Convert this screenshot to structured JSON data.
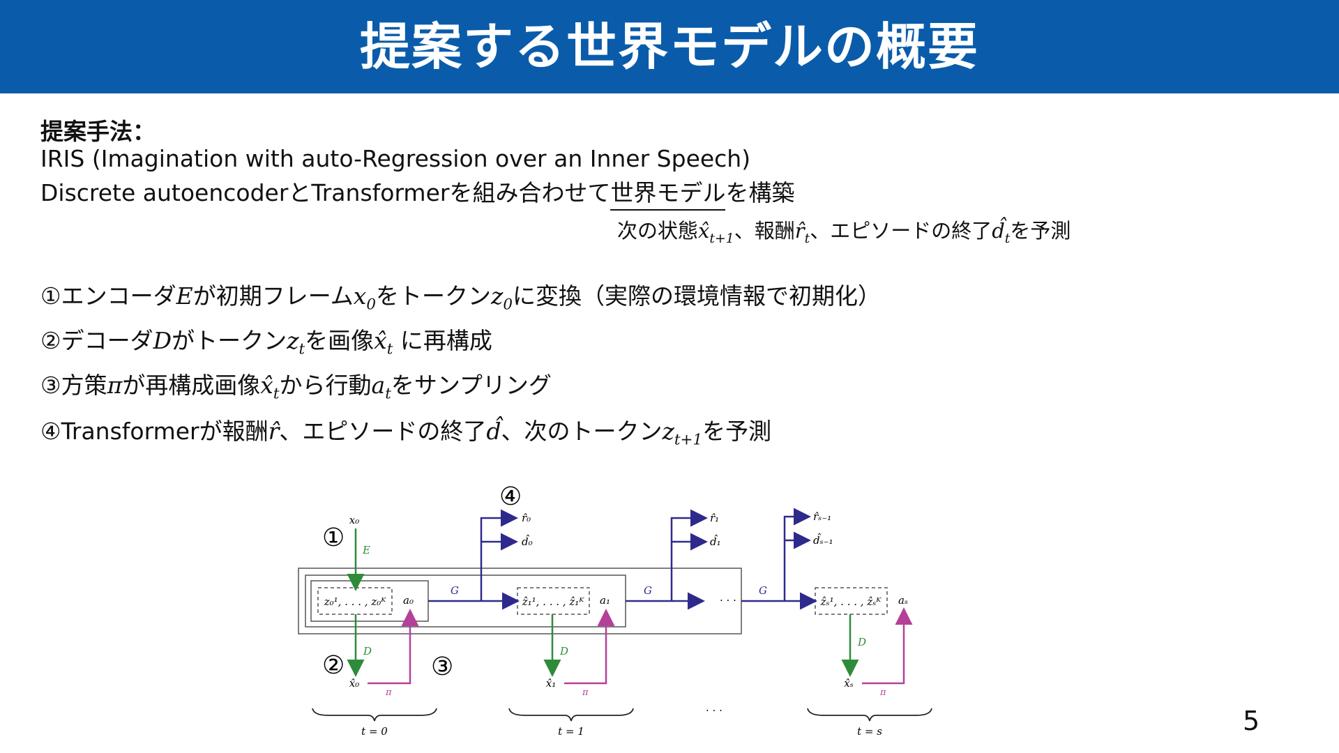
{
  "title": "提案する世界モデルの概要",
  "method_label": "提案手法：",
  "method_name": "IRIS (Imagination with auto-Regression over an Inner Speech)",
  "construction": {
    "prefix": "Discrete autoencoderとTransformerを組み合わせて",
    "highlight": "世界モデル",
    "suffix": "を構築"
  },
  "predict_note": {
    "a": "次の状態",
    "a_sym": "x̂",
    "a_sub": "t+1",
    "b": "、報酬",
    "b_sym": "r̂",
    "b_sub": "t",
    "c": "、エピソードの終了",
    "c_sym": "d̂",
    "c_sub": "t",
    "d": "を予測"
  },
  "steps": {
    "s1": {
      "a": "①エンコーダ",
      "E": "E",
      "b": "が初期フレーム",
      "x": "x",
      "x_sub": "0",
      "c": "をトークン",
      "z": "z",
      "z_sub": "0",
      "d": "に変換（実際の環境情報で初期化）"
    },
    "s2": {
      "a": "②デコーダ",
      "D": "D",
      "b": "がトークン",
      "z": "z",
      "z_sub": "t",
      "c": "を画像",
      "x": "x̂",
      "x_sub": "t",
      "d": " に再構成"
    },
    "s3": {
      "a": "③方策",
      "pi": "π",
      "b": "が再構成画像",
      "x": "x̂",
      "x_sub": "t",
      "c": "から行動",
      "act": "a",
      "act_sub": "t",
      "d": "をサンプリング"
    },
    "s4": {
      "a": "④Transformerが報酬",
      "r": "r̂",
      "b": "、エピソードの終了",
      "dd": "d̂",
      "c": "、次のトークン",
      "z": "z",
      "z_sub": "t+1",
      "d": "を予測"
    }
  },
  "diagram": {
    "callouts": [
      "①",
      "②",
      "③",
      "④"
    ],
    "inputs": {
      "x0": "x₀"
    },
    "edges": {
      "E": "E",
      "G": "G",
      "D": "D",
      "pi": "π"
    },
    "tokens": [
      "z₀¹, . . . , z₀ᴷ",
      "ẑ₁¹, . . . , ẑ₁ᴷ",
      "ẑₛ¹, . . . , ẑₛᴷ"
    ],
    "actions": [
      "a₀",
      "a₁",
      "aₛ"
    ],
    "outputs": {
      "r0": "r̂₀",
      "d0": "d̂₀",
      "r1": "r̂₁",
      "d1": "d̂₁",
      "rs": "r̂ₛ₋₁",
      "ds": "d̂ₛ₋₁"
    },
    "recon": [
      "x̂₀",
      "x̂₁",
      "x̂ₛ"
    ],
    "timesteps": [
      "t = 0",
      "t = 1",
      "t = s"
    ],
    "ellipsis_mid": "· · ·",
    "ellipsis_bottom": "· · ·"
  },
  "colors": {
    "title_bar": "#0a5cab",
    "encoder": "#2e8b3a",
    "transformer": "#2e2a8c",
    "policy": "#b4409a"
  },
  "page_number": "5"
}
